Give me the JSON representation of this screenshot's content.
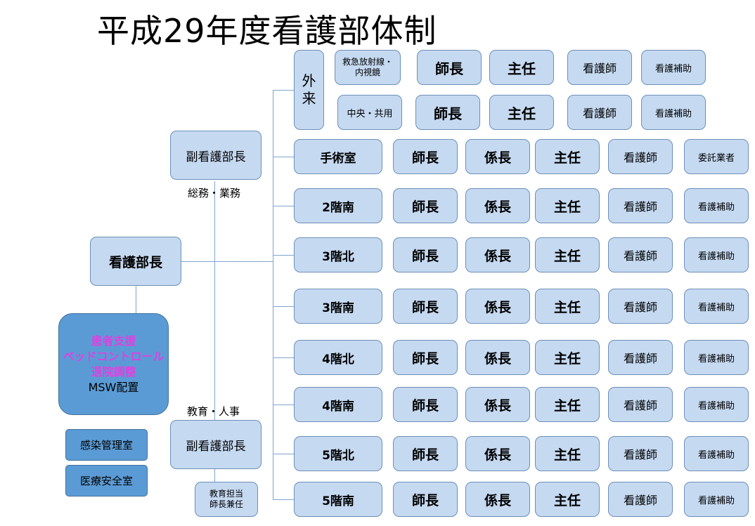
{
  "title": "平成29年度看護部体制",
  "director": "看護部長",
  "deputy_top": {
    "label": "副看護部長",
    "role": "総務・業務"
  },
  "deputy_bottom": {
    "label": "副看護部長",
    "role": "教育・人事",
    "sub": [
      "教育担当",
      "師長兼任"
    ]
  },
  "support_box": {
    "lines": [
      "患者支援",
      "ベッドコントロール",
      "退院調整"
    ],
    "msw": "MSW配置"
  },
  "infection_room": "感染管理室",
  "safety_room": "医療安全室",
  "outpatient": {
    "label": [
      "外",
      "来"
    ],
    "rows": [
      {
        "section": [
          "救急放射線・",
          "内視鏡"
        ],
        "staff": [
          "師長",
          "主任",
          "看護師",
          "看護補助"
        ]
      },
      {
        "section": [
          "中央・共用"
        ],
        "staff": [
          "師長",
          "主任",
          "看護師",
          "看護補助"
        ]
      }
    ]
  },
  "wards": [
    {
      "name": "手術室",
      "staff": [
        "師長",
        "係長",
        "主任",
        "看護師",
        "委託業者"
      ]
    },
    {
      "name": "2階南",
      "staff": [
        "師長",
        "係長",
        "主任",
        "看護師",
        "看護補助"
      ]
    },
    {
      "name": "3階北",
      "staff": [
        "師長",
        "係長",
        "主任",
        "看護師",
        "看護補助"
      ]
    },
    {
      "name": "3階南",
      "staff": [
        "師長",
        "係長",
        "主任",
        "看護師",
        "看護補助"
      ]
    },
    {
      "name": "4階北",
      "staff": [
        "師長",
        "係長",
        "主任",
        "看護師",
        "看護補助"
      ]
    },
    {
      "name": "4階南",
      "staff": [
        "師長",
        "係長",
        "主任",
        "看護師",
        "看護補助"
      ]
    },
    {
      "name": "5階北",
      "staff": [
        "師長",
        "係長",
        "主任",
        "看護師",
        "看護補助"
      ]
    },
    {
      "name": "5階南",
      "staff": [
        "師長",
        "係長",
        "主任",
        "看護師",
        "看護補助"
      ]
    }
  ]
}
